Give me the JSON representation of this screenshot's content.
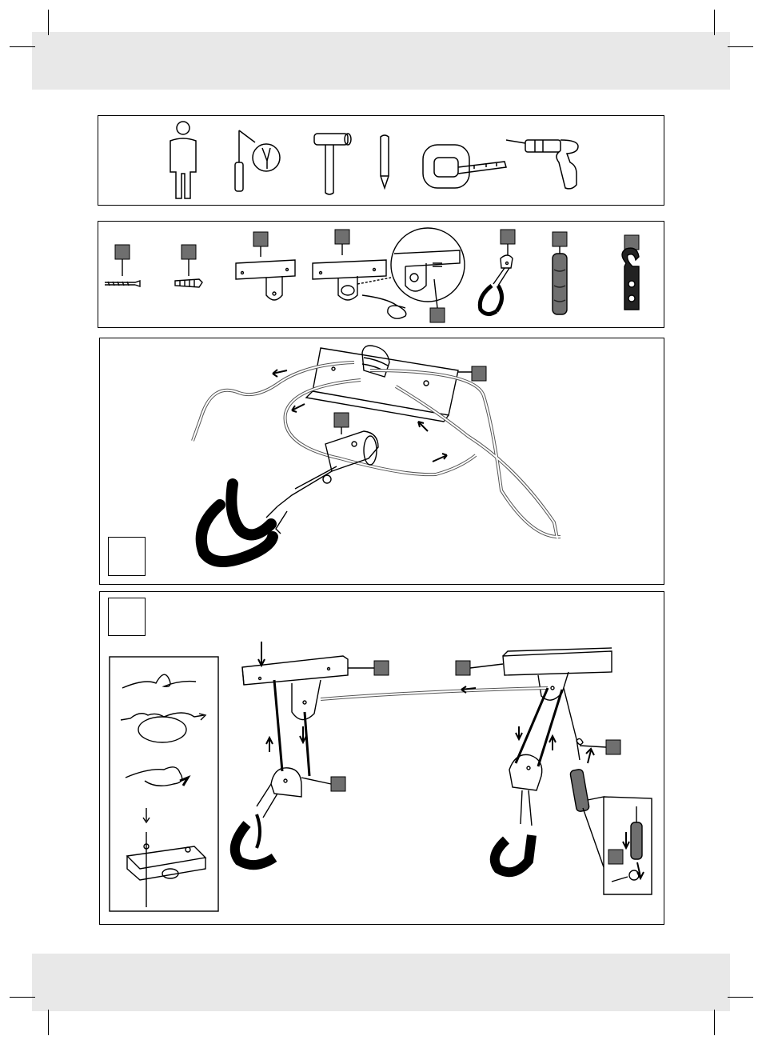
{
  "page": {
    "header_band_color": "#e8e8e8",
    "footer_band_color": "#e8e8e8",
    "label_box_color": "#6f6f6f"
  },
  "tools": {
    "icons": [
      "person-icon",
      "screwdriver-icon",
      "hammer-icon",
      "pencil-icon",
      "tape-measure-icon",
      "drill-icon"
    ]
  },
  "parts": {
    "items": [
      "wood-screw",
      "wall-plug",
      "fixed-bracket",
      "pulley-bracket-with-rope",
      "hook-assembly",
      "grip-sleeve",
      "cleat-hook"
    ]
  },
  "figures": {
    "fig1": {
      "step_box": ""
    },
    "fig2": {
      "step_box": ""
    }
  }
}
